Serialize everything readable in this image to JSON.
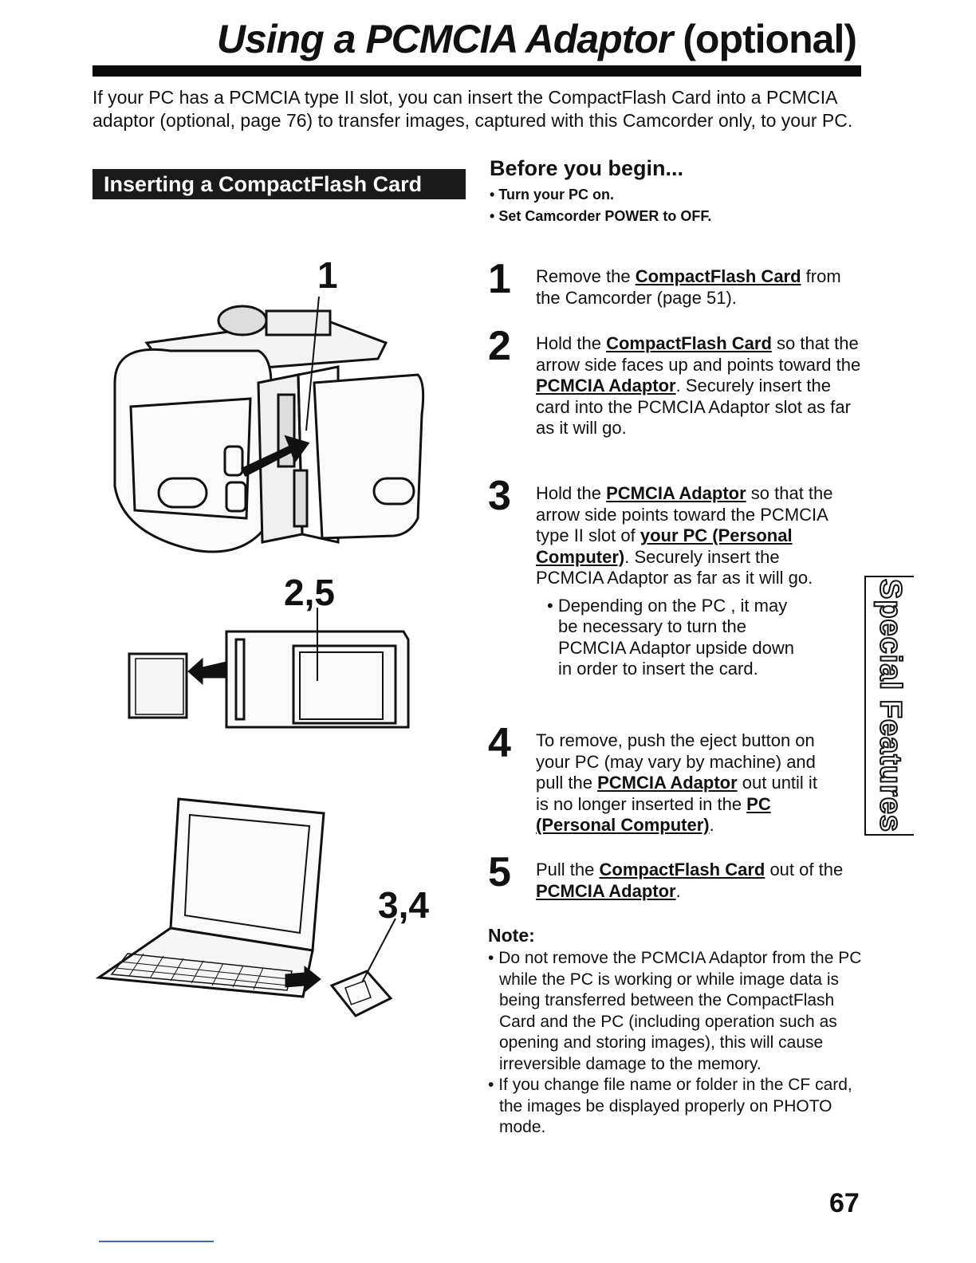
{
  "page": {
    "title_part1": "Using a PCMCIA Adaptor",
    "title_part2": "(optional)",
    "intro": "If your PC has a PCMCIA type II slot, you can insert  the CompactFlash Card into a PCMCIA adaptor (optional, page 76) to transfer images, captured with this Camcorder only, to your PC.",
    "section_heading": "Inserting a CompactFlash Card",
    "side_tab": "Special Features",
    "page_number": "67"
  },
  "before": {
    "heading": "Before you begin...",
    "items": [
      "Turn your PC on.",
      "Set Camcorder POWER to OFF."
    ]
  },
  "steps": [
    {
      "num": "1",
      "a": "Remove the ",
      "b": "CompactFlash Card",
      "c": " from the Camcorder (page 51)."
    },
    {
      "num": "2",
      "a": "Hold the ",
      "b": "CompactFlash Card",
      "c": " so that the arrow side faces up and points toward the ",
      "d": "PCMCIA Adaptor",
      "e": ". Securely insert the card into the PCMCIA Adaptor slot as far as it will go."
    },
    {
      "num": "3",
      "a": "Hold the ",
      "b": "PCMCIA Adaptor",
      "c": " so that the arrow side points toward the PCMCIA type II slot of ",
      "d": "your PC (Personal Computer)",
      "e": ". Securely insert the PCMCIA Adaptor as far as it will go.",
      "sub": "Depending on the PC , it may be necessary to turn the PCMCIA Adaptor upside down in order to insert the card."
    },
    {
      "num": "4",
      "a": "To remove, push the eject button on your PC (may vary by machine) and pull the ",
      "b": "PCMCIA Adaptor",
      "c": " out until it is no longer inserted in the ",
      "d": "PC (Personal Computer)",
      "e": "."
    },
    {
      "num": "5",
      "a": "Pull the ",
      "b": "CompactFlash Card",
      "c": " out of the ",
      "d": "PCMCIA Adaptor",
      "e": "."
    }
  ],
  "note": {
    "heading": "Note:",
    "items": [
      "Do not remove the PCMCIA Adaptor from the PC while the PC is working or while image data is being transferred between the CompactFlash Card and the PC (including operation such as opening and storing images), this will cause irreversible damage to the memory.",
      "If you change file name or folder in the CF card, the images be displayed properly on PHOTO mode."
    ]
  },
  "figures": {
    "callout_1": "1",
    "callout_25": "2,5",
    "callout_34": "3,4"
  }
}
